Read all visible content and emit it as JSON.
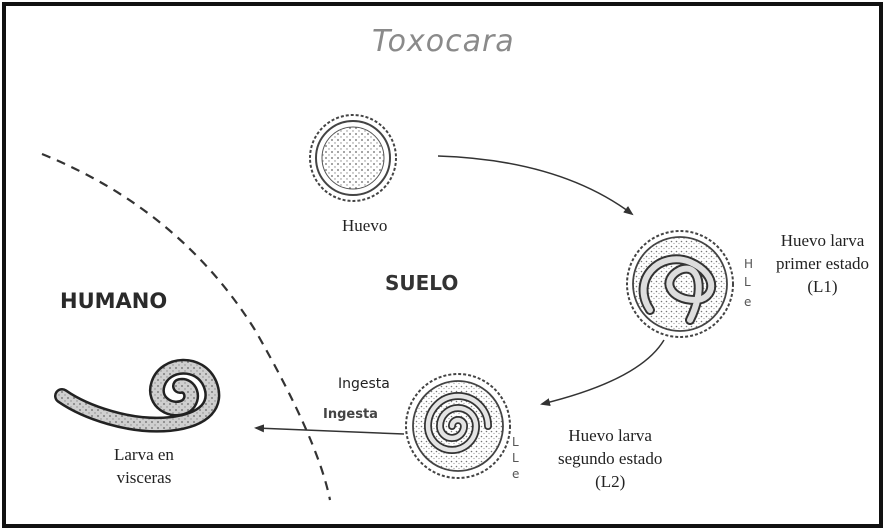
{
  "title": "Toxocara",
  "labels": {
    "egg": "Huevo",
    "soil": "SUELO",
    "human": "HUMANO",
    "l1_line1": "Huevo larva",
    "l1_line2": "primer estado",
    "l1_line3": "(L1)",
    "l2_line1": "Huevo larva",
    "l2_line2": "segundo estado",
    "l2_line3": "(L2)",
    "larva_line1": "Larva en",
    "larva_line2": "visceras",
    "ingesta_top": "Ingesta",
    "ingesta_bottom": "Ingesta"
  },
  "colors": {
    "title": "#8a8a8a",
    "stroke": "#333333",
    "dots": "#666666"
  }
}
